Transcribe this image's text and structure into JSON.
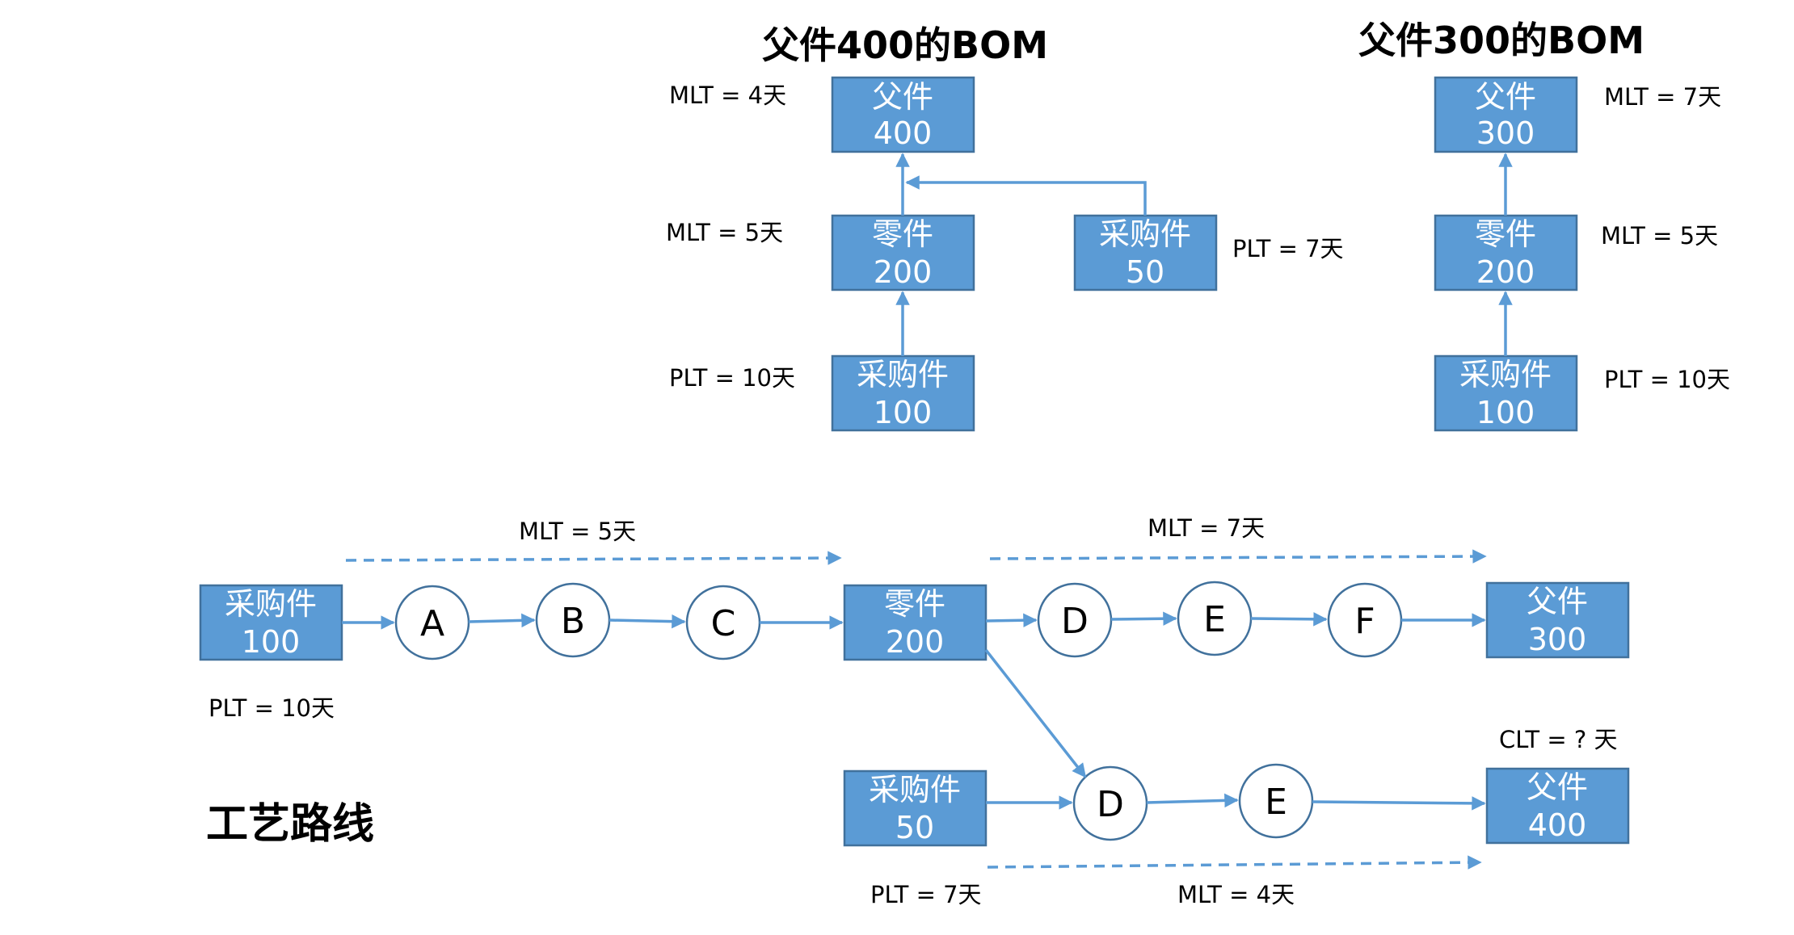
{
  "bom400": {
    "title": "父件400的BOM",
    "parent": {
      "l1": "父件",
      "l2": "400"
    },
    "part": {
      "l1": "零件",
      "l2": "200"
    },
    "purchased50": {
      "l1": "采购件",
      "l2": "50"
    },
    "purchased100": {
      "l1": "采购件",
      "l2": "100"
    },
    "mlt_parent": "MLT = 4天",
    "mlt_part": "MLT = 5天",
    "plt_50": "PLT = 7天",
    "plt_100": "PLT = 10天"
  },
  "bom300": {
    "title": "父件300的BOM",
    "parent": {
      "l1": "父件",
      "l2": "300"
    },
    "part": {
      "l1": "零件",
      "l2": "200"
    },
    "purchased100": {
      "l1": "采购件",
      "l2": "100"
    },
    "mlt_parent": "MLT = 7天",
    "mlt_part": "MLT = 5天",
    "plt_100": "PLT = 10天"
  },
  "routing": {
    "title": "工艺路线",
    "purchased100": {
      "l1": "采购件",
      "l2": "100"
    },
    "part200": {
      "l1": "零件",
      "l2": "200"
    },
    "parent300": {
      "l1": "父件",
      "l2": "300"
    },
    "purchased50": {
      "l1": "采购件",
      "l2": "50"
    },
    "parent400": {
      "l1": "父件",
      "l2": "400"
    },
    "ops": {
      "A": "A",
      "B": "B",
      "C": "C",
      "D1": "D",
      "E1": "E",
      "F": "F",
      "D2": "D",
      "E2": "E"
    },
    "mlt_5": "MLT = 5天",
    "mlt_7": "MLT = 7天",
    "mlt_4": "MLT = 4天",
    "plt_10": "PLT = 10天",
    "plt_7": "PLT = 7天",
    "clt": "CLT = ? 天"
  },
  "colors": {
    "box_fill": "#5b9bd5",
    "box_stroke": "#41719c",
    "arrow": "#5b9bd5"
  }
}
